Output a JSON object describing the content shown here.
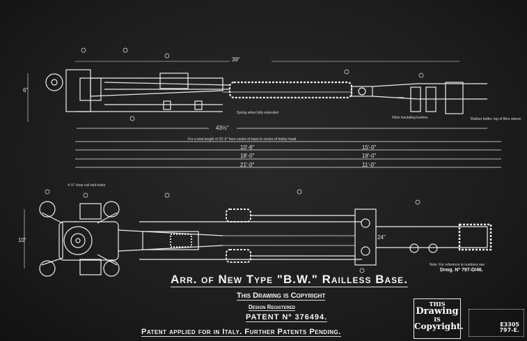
{
  "drawing": {
    "title": "Arr. of New Type \"B.W.\" Railless Base.",
    "copyright_line": "This Drawing is Copyright",
    "design_line": "Design Registered",
    "patent_line": "PATENT Nº 376494.",
    "pending_line": "Patent applied for in Italy. Further Patents Pending.",
    "reference_note": "Note: For reference to numbers see",
    "reference_drawing": "Drwg. Nº 797-D/46.",
    "copyright_box": [
      "THIS",
      "Drawing",
      "IS",
      "Copyright."
    ],
    "stamp_number": "E3305",
    "stamp_sub": "797-E."
  },
  "dimensions": {
    "top_length": "39\"",
    "height_left": "6\"",
    "overall": "43½\"",
    "row_header": "For a total length of 25'-0\" from centre of base to centre of trolley head",
    "rows": [
      {
        "left": "10'-6\"",
        "right": "15'-0\""
      },
      {
        "left": "18'-0\"",
        "right": "18'-0\""
      },
      {
        "left": "21'-0\"",
        "right": "11'-0\""
      }
    ],
    "bolt_holes": "4-½\" clear csk bolt holes",
    "spring_note": "Spring when fully extended",
    "fibre_note": "Fibre insulating bushes",
    "rubber_note": "Rubber buffer, top of fibre sleeve",
    "side_dim": "10\"",
    "width_dim": "24\""
  },
  "colors": {
    "background": "#1c1c1c",
    "lines": "#f2f2f2"
  }
}
